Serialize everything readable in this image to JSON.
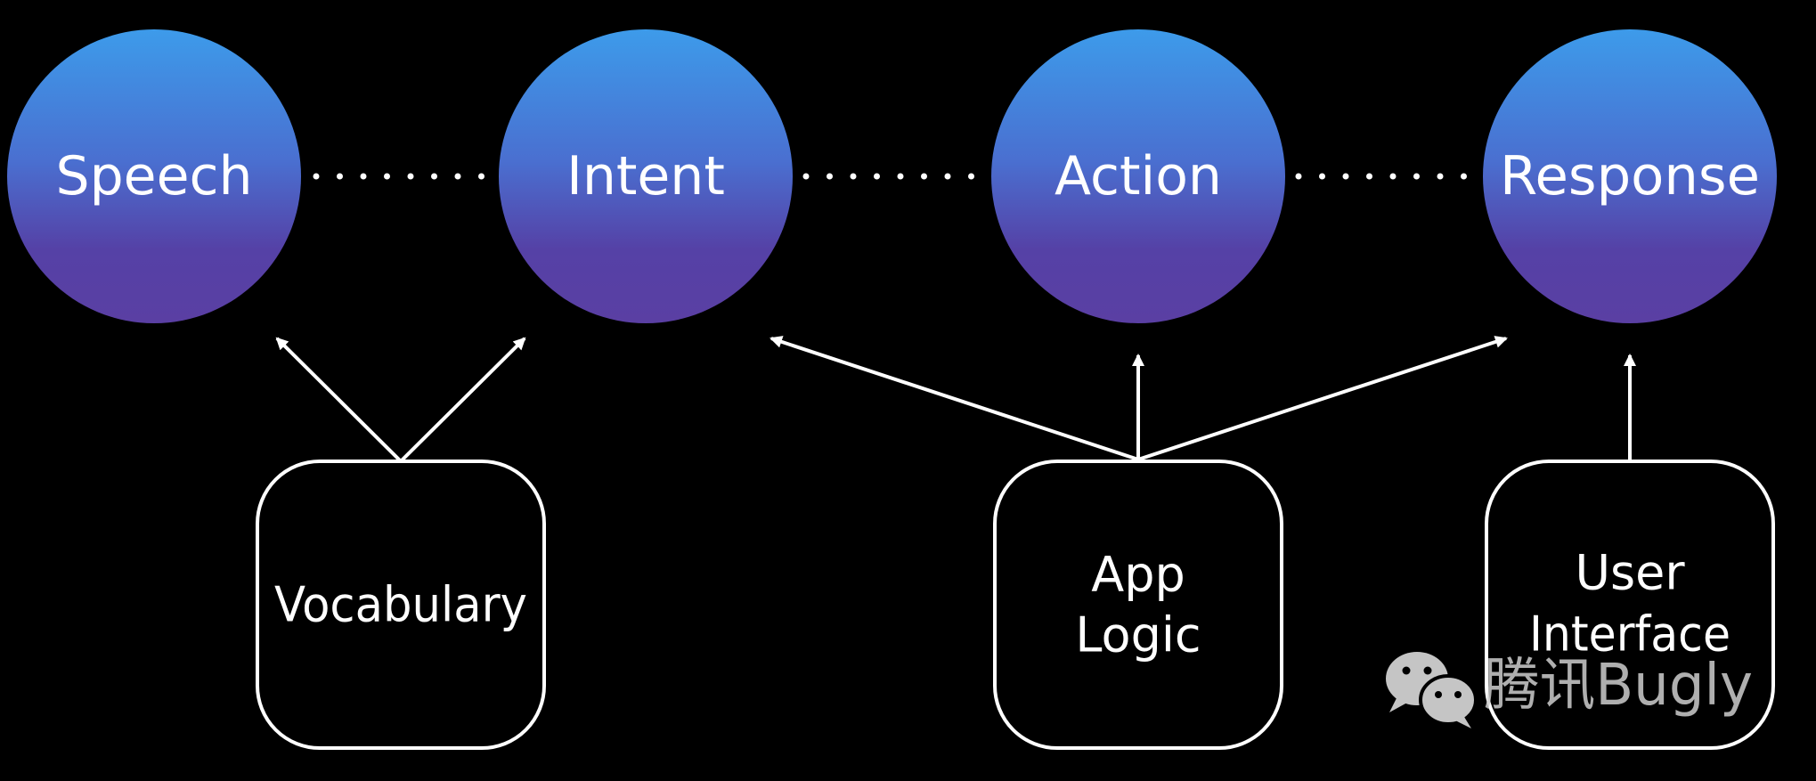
{
  "diagram": {
    "stages": [
      {
        "id": "speech",
        "label": "Speech"
      },
      {
        "id": "intent",
        "label": "Intent"
      },
      {
        "id": "action",
        "label": "Action"
      },
      {
        "id": "response",
        "label": "Response"
      }
    ],
    "boxes": [
      {
        "id": "vocabulary",
        "lines": [
          "Vocabulary"
        ]
      },
      {
        "id": "app-logic",
        "lines": [
          "App",
          "Logic"
        ]
      },
      {
        "id": "user-interface",
        "lines": [
          "User",
          "Interface"
        ]
      }
    ],
    "connections": [
      {
        "from": "vocabulary",
        "to": "speech"
      },
      {
        "from": "vocabulary",
        "to": "intent"
      },
      {
        "from": "app-logic",
        "to": "intent"
      },
      {
        "from": "app-logic",
        "to": "action"
      },
      {
        "from": "app-logic",
        "to": "response"
      },
      {
        "from": "user-interface",
        "to": "response"
      }
    ]
  },
  "colors": {
    "background": "#000000",
    "circle_gradient_top": "#3d9bea",
    "circle_gradient_bottom": "#5541a6",
    "stroke": "#ffffff",
    "text": "#ffffff"
  },
  "watermark": {
    "icon": "wechat-icon",
    "text": "腾讯Bugly"
  }
}
